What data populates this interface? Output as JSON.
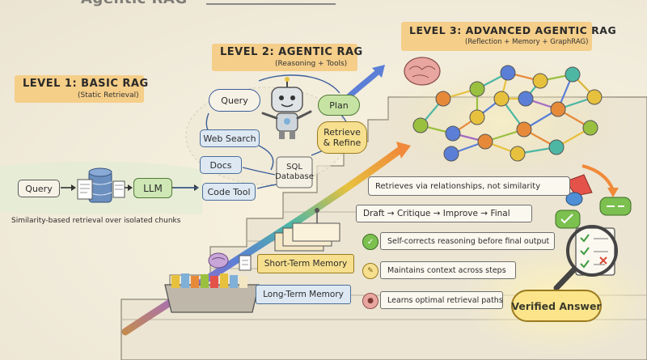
{
  "top_title": "Agentic RAG",
  "level1": {
    "title": "LEVEL 1: BASIC RAG",
    "subtitle": "(Static Retrieval)",
    "query": "Query",
    "llm": "LLM",
    "caption": "Similarity-based retrieval over isolated chunks"
  },
  "level2": {
    "title": "LEVEL 2: AGENTIC RAG",
    "subtitle": "(Reasoning + Tools)",
    "query": "Query",
    "plan": "Plan",
    "retrieve": "Retrieve\n& Refine",
    "web_search": "Web Search",
    "docs": "Docs",
    "sql": "SQL\nDatabase",
    "code_tool": "Code Tool"
  },
  "level3": {
    "title": "LEVEL 3: ADVANCED AGENTIC RAG",
    "subtitle": "(Reflection + Memory + GraphRAG)",
    "relationships": "Retrieves via relationships, not similarity",
    "flow": "Draft → Critique → Improve → Final",
    "benefits": [
      "Self-corrects reasoning before final output",
      "Maintains context across steps",
      "Learns optimal retrieval paths"
    ],
    "verified": "Verified Answer"
  },
  "memory": {
    "short": "Short-Term Memory",
    "long": "Long-Term Memory"
  },
  "colors": {
    "banner": "#f6c97a",
    "llm_green": "#cfe7b4",
    "plan_green": "#c7e3a3",
    "retrieve_yellow": "#f6df8e",
    "tool_blue": "#dde8f3",
    "verified": "#fbe48a"
  },
  "icons": [
    "robot-icon",
    "database-icon",
    "document-icon",
    "brain-icon",
    "magnifier-icon",
    "checklist-icon",
    "check-icon",
    "pencil-icon",
    "chat-bubble-icon",
    "knowledge-graph-icon"
  ]
}
